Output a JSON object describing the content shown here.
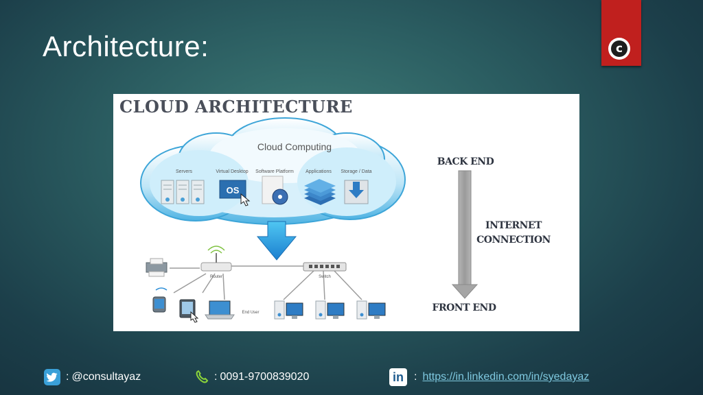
{
  "slide": {
    "title": "Architecture:"
  },
  "badge": {
    "icon": "copyright-icon",
    "symbol": "c",
    "color": "#c0201e"
  },
  "diagram": {
    "title": "CLOUD ARCHITECTURE",
    "cloud_label": "Cloud Computing",
    "services": [
      "Servers",
      "Virtual Desktop",
      "Software Platform",
      "Applications",
      "Storage / Data"
    ],
    "os_label": "OS",
    "network_labels": {
      "router": "Router",
      "switch": "Switch",
      "end_user": "End User"
    },
    "back_end": "BACK END",
    "internet_line1": "INTERNET",
    "internet_line2": "CONNECTION",
    "front_end": "FRONT END"
  },
  "footer": {
    "twitter_sep": ": ",
    "twitter": "@consultayaz",
    "phone_sep": ": ",
    "phone": "0091-9700839020",
    "linkedin_icon_text": "in",
    "linkedin_sep": ": ",
    "linkedin_url": "https://in.linkedin.com/in/syedayaz"
  }
}
